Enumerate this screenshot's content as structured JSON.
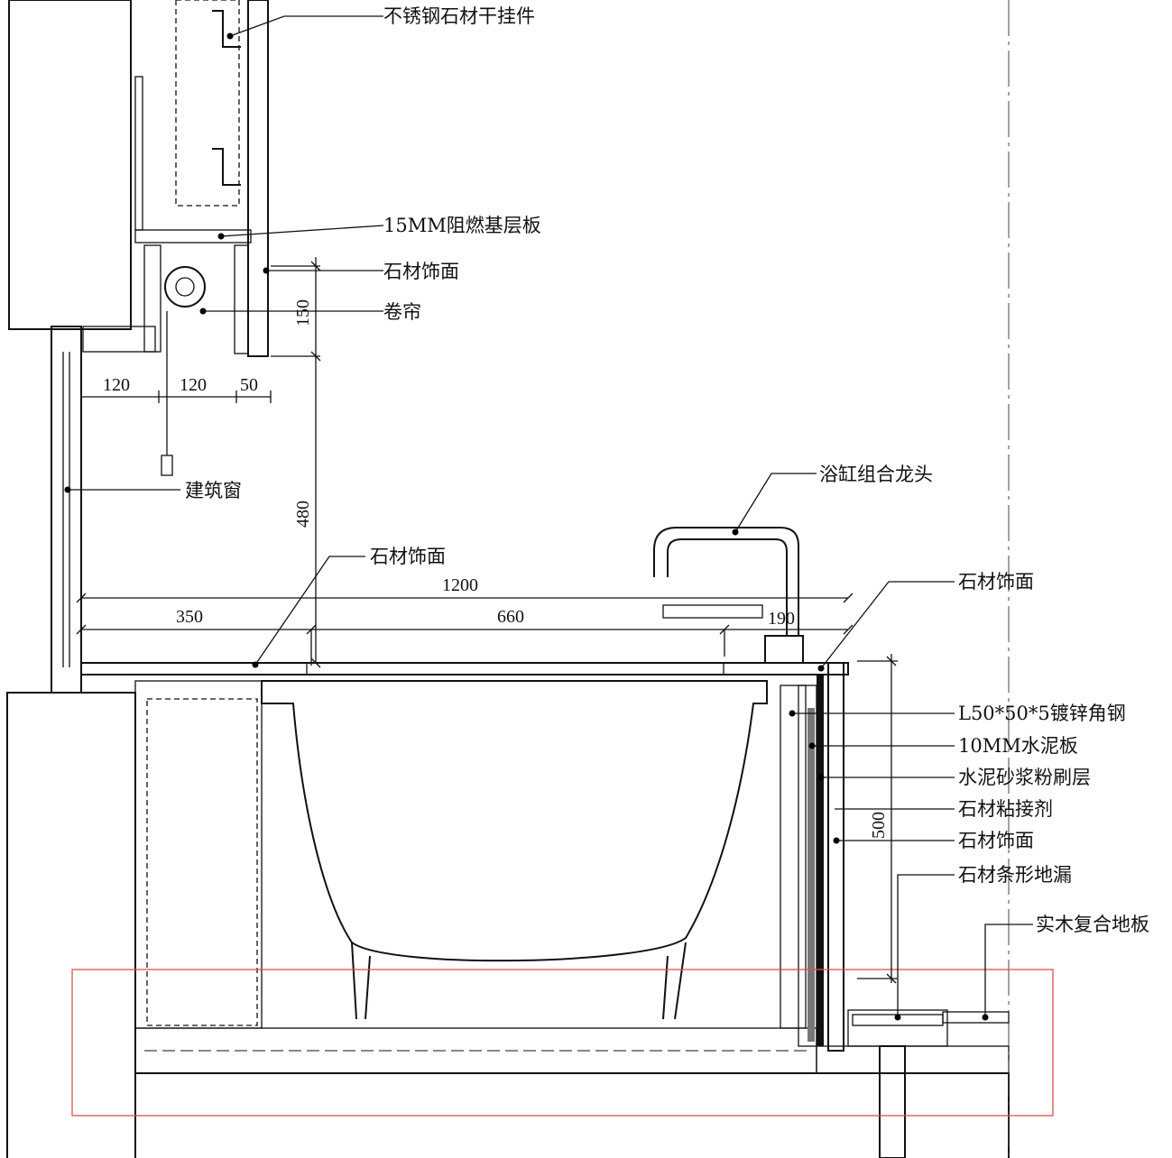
{
  "title": "浴缸剖面节点详图",
  "callouts": {
    "stone_dry_hanger": "不锈钢石材干挂件",
    "fire_board": "15MM阻燃基层板",
    "stone_face_ceiling": "石材饰面",
    "roller_blind": "卷帘",
    "window": "建筑窗",
    "faucet": "浴缸组合龙头",
    "stone_face_deck": "石材饰面",
    "stone_face_corner": "石材饰面",
    "angle_steel": "L50*50*5镀锌角钢",
    "cement_board": "10MM水泥板",
    "mortar_layer": "水泥砂浆粉刷层",
    "stone_adhesive": "石材粘接剂",
    "stone_face_side": "石材饰面",
    "linear_drain": "石材条形地漏",
    "wood_floor": "实木复合地板"
  },
  "dimensions": {
    "d120a": "120",
    "d120b": "120",
    "d50": "50",
    "d150": "150",
    "d480": "480",
    "d1200": "1200",
    "d350": "350",
    "d660": "660",
    "d190": "190",
    "d500": "500"
  },
  "colors": {
    "line": "#111111",
    "highlight_box": "#d9534f"
  }
}
